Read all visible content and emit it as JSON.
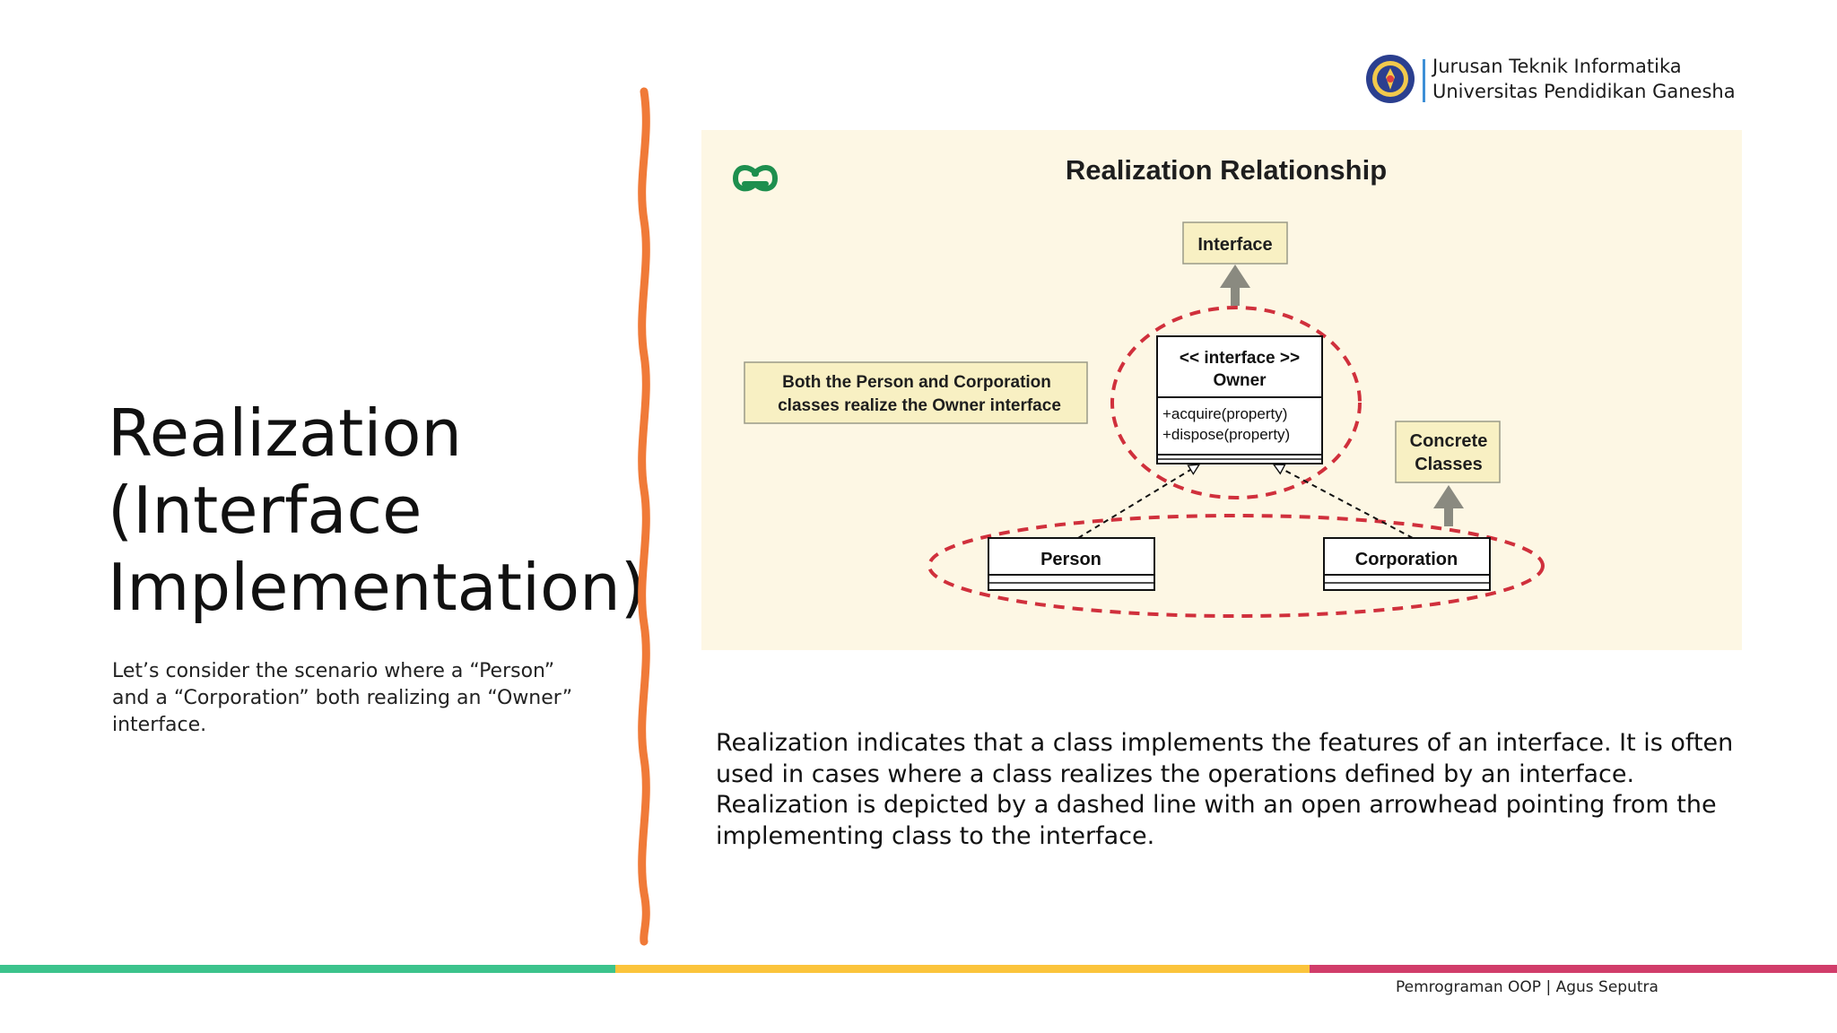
{
  "header": {
    "institution_line1": "Jurusan Teknik Informatika",
    "institution_line2": "Universitas Pendidikan Ganesha",
    "logo_icon": "university-seal-icon",
    "divider_color": "#3d8fd6"
  },
  "left": {
    "title_lines": [
      "Realization",
      "(Interface",
      "Implementation)"
    ],
    "scenario": "Let’s consider the scenario where a “Person” and a “Corporation” both realizing an “Owner” interface."
  },
  "divider": {
    "color": "#f07a38",
    "icon": "wavy-line-divider"
  },
  "diagram": {
    "brand_icon": "geeksforgeeks-logo-icon",
    "title": "Realization Relationship",
    "interface_label": "Interface",
    "owner_stereotype": "<< interface >>",
    "owner_name": "Owner",
    "owner_methods": [
      "+acquire(property)",
      "+dispose(property)"
    ],
    "note_lines": [
      "Both the Person and Corporation",
      "classes realize the Owner interface"
    ],
    "concrete_lines": [
      "Concrete",
      "Classes"
    ],
    "person_label": "Person",
    "corporation_label": "Corporation",
    "colors": {
      "panel_bg": "#fdf7e4",
      "label_bg": "#f8f0c3",
      "dashed_ellipse": "#d0303c",
      "up_arrow": "#8a8a80",
      "brand_green": "#1d8f4e"
    }
  },
  "description": "Realization indicates that a class implements the features of an interface. It is often used in cases where a class realizes the operations defined by an interface. Realization is depicted by a dashed line with an open arrowhead pointing from the implementing class to the interface.",
  "footer": {
    "text": "Pemrograman OOP | Agus Seputra",
    "bar_colors": [
      "#3cc38c",
      "#fbc43c",
      "#d13d6a"
    ]
  }
}
